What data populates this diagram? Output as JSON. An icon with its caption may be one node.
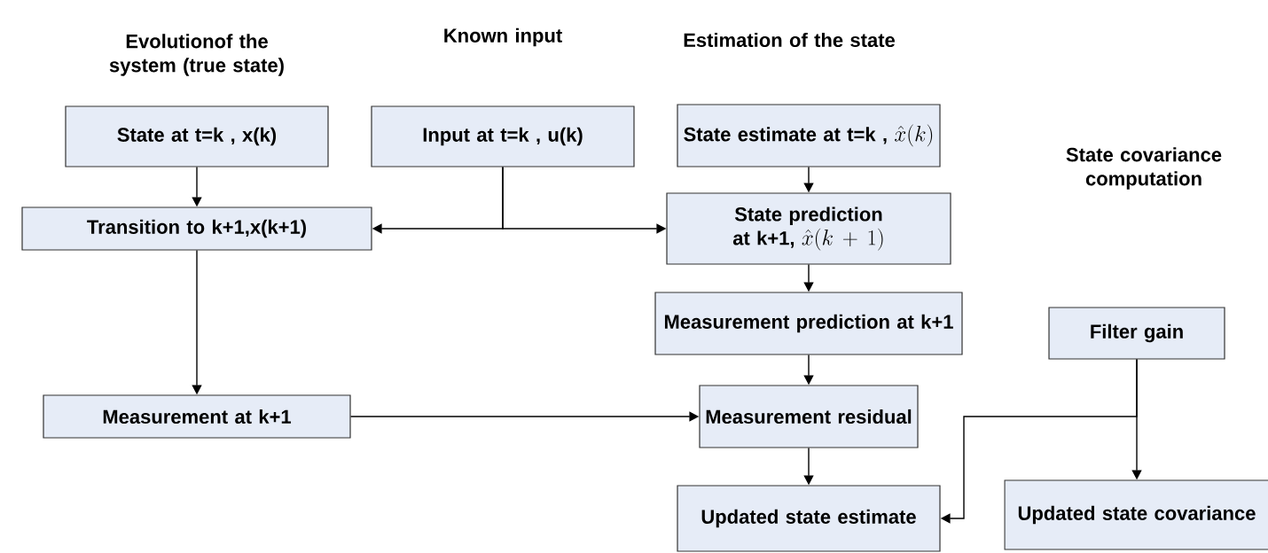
{
  "diagram": {
    "nodes": [
      {
        "text": [
          "State at t=k , x(k)"
        ]
      },
      {
        "text": [
          "Input at t=k , u(k)"
        ]
      },
      {
        "text": [
          "State estimate at t=k ,",
          "\\hat{x}(k)"
        ]
      },
      {
        "text": [
          "Transition to k+1,x(k+1)"
        ]
      },
      {
        "text": [
          "State prediction at k+1,",
          "\\hat{x}(k+1)"
        ]
      },
      {
        "text": [
          "Measurement prediction at k+1"
        ]
      },
      {
        "text": [
          "Filter gain"
        ]
      },
      {
        "text": [
          "Measurement at k+1"
        ]
      },
      {
        "text": [
          "Measurement residual"
        ]
      },
      {
        "text": [
          "Updated state estimate"
        ]
      },
      {
        "text": [
          "Updated state covariance"
        ]
      }
    ],
    "edges": [
      {
        "from": 0,
        "to": 3,
        "arrow": "to"
      },
      {
        "from": 1,
        "to": 3,
        "arrow": "to"
      },
      {
        "from": 1,
        "to": 4,
        "arrow": "to"
      },
      {
        "from": 2,
        "to": 4,
        "arrow": "to"
      },
      {
        "from": 3,
        "to": 7,
        "arrow": "to"
      },
      {
        "from": 4,
        "to": 5,
        "arrow": "to"
      },
      {
        "from": 5,
        "to": 8,
        "arrow": "to"
      },
      {
        "from": 7,
        "to": 8,
        "arrow": "to"
      },
      {
        "from": 8,
        "to": 9,
        "arrow": "to"
      },
      {
        "from": 6,
        "to": 10,
        "arrow": "to"
      },
      {
        "from": 6,
        "to": 9,
        "arrow": "to"
      }
    ],
    "labels": [
      "Evolutionof the system (true state)",
      "Known input",
      "Estimation of the state",
      "State covariance computation"
    ]
  }
}
